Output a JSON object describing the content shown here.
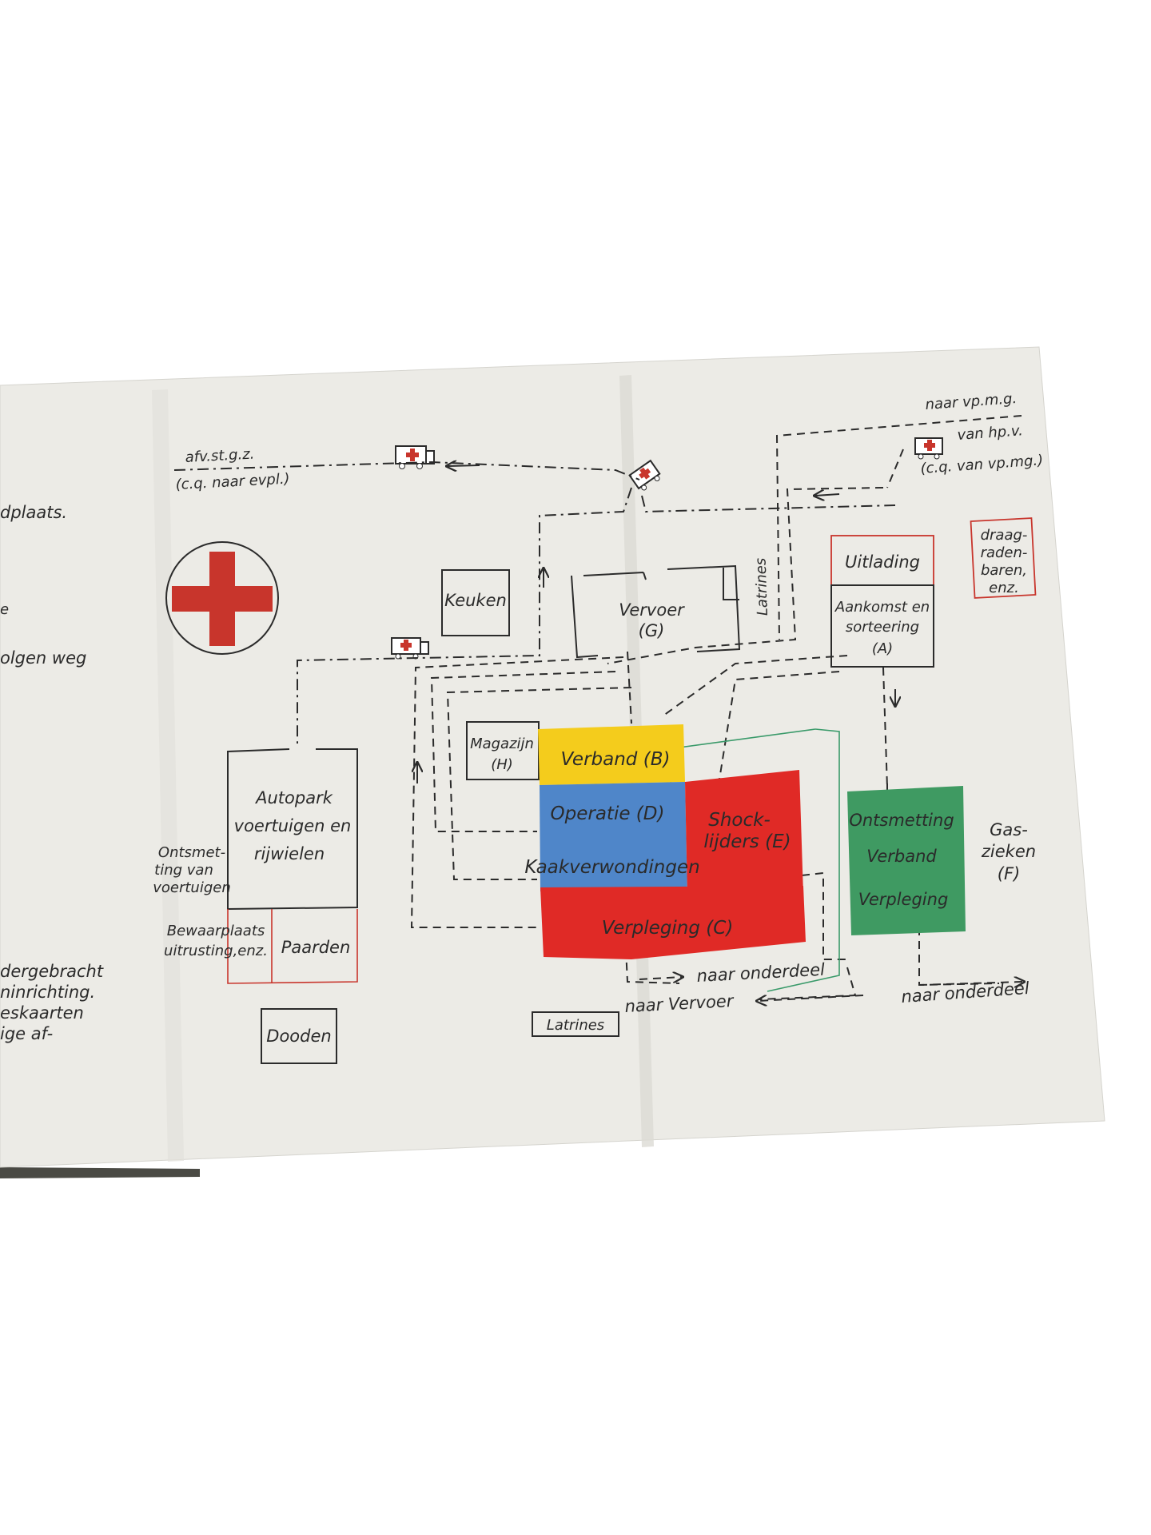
{
  "colors": {
    "paper": "#ecebe6",
    "paper_shadow": "#d9d8d2",
    "ink": "#2b2b2b",
    "red_cross": "#c8352c",
    "yellow": "#f4cc1c",
    "blue": "#4f86c9",
    "red": "#e02a26",
    "green": "#3f9a62"
  },
  "left_page": {
    "fragments": [
      "dplaats.",
      "e",
      "olgen weg",
      "dergebracht",
      "ninrichting.",
      "eskaarten",
      "ige af-"
    ]
  },
  "labels": {
    "afv": "afv.st.g.z.",
    "cq_naar": "(c.q. naar evpl.)",
    "naar_vpmg": "naar vp.m.g.",
    "van_hpv": "van hp.v.",
    "cq_van": "(c.q. van vp.mg.)",
    "draag": [
      "draag-",
      "raden-",
      "baren,",
      "enz."
    ],
    "keuken": "Keuken",
    "vervoer": [
      "Vervoer",
      "(G)"
    ],
    "latrines_vertical": "Latrines",
    "uitlading": "Uitlading",
    "aankomst": [
      "Aankomst en",
      "sorteering",
      "(A)"
    ],
    "magazijn": [
      "Magazijn",
      "(H)"
    ],
    "verband_b": "Verband (B)",
    "operatie": "Operatie (D)",
    "shock": [
      "Shock-",
      "lijders (E)"
    ],
    "kaak": "Kaakverwondingen",
    "verpleging_c": "Verpleging (C)",
    "ontsmetting": "Ontsmetting",
    "verband_f": "Verband",
    "verpleging_f": "Verpleging",
    "gaszieken": [
      "Gas-",
      "zieken",
      "(F)"
    ],
    "autopark": [
      "Autopark",
      "voertuigen en",
      "rijwielen"
    ],
    "ontsmet_voertuigen": [
      "Ontsmet-",
      "ting van",
      "voertuigen"
    ],
    "bewaarplaats": [
      "Bewaarplaats",
      "uitrusting,enz."
    ],
    "paarden": "Paarden",
    "dooden": "Dooden",
    "latrines_bottom": "Latrines",
    "naar_onderdeel_1": "naar onderdeel",
    "naar_vervoer": "naar Vervoer",
    "naar_onderdeel_2": "naar onderdeel"
  }
}
